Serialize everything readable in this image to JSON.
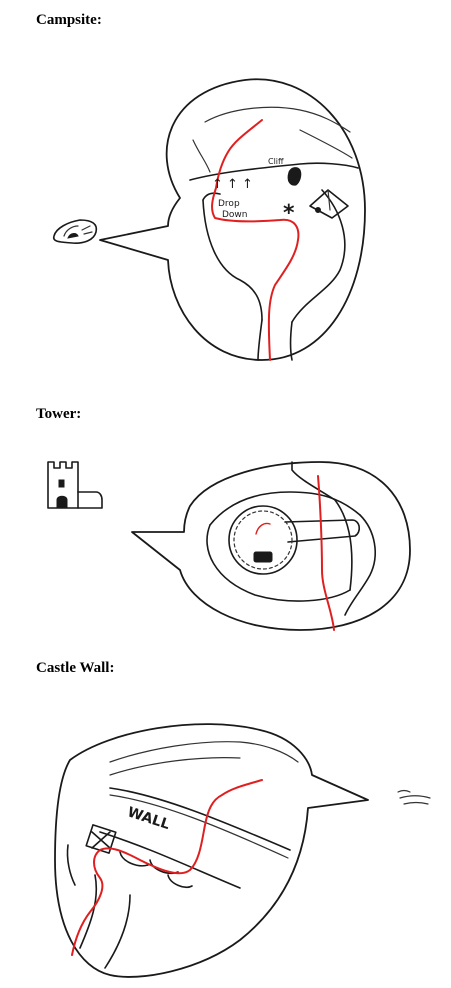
{
  "sections": {
    "campsite": {
      "title": "Campsite:",
      "labels": {
        "cliff": "Cliff",
        "drop": "Drop",
        "down": "Down",
        "arrows": "↑ ↑ ↑",
        "asterisk": "*"
      }
    },
    "tower": {
      "title": "Tower:"
    },
    "castle_wall": {
      "title": "Castle Wall:",
      "labels": {
        "wall": "WALL"
      }
    }
  },
  "colors": {
    "ink": "#1a1a1a",
    "route": "#e02020",
    "background": "#ffffff"
  },
  "icons": {
    "campsite": "tent-icon",
    "tower": "castle-tower-icon",
    "castle_wall": "wind-lines-icon"
  }
}
